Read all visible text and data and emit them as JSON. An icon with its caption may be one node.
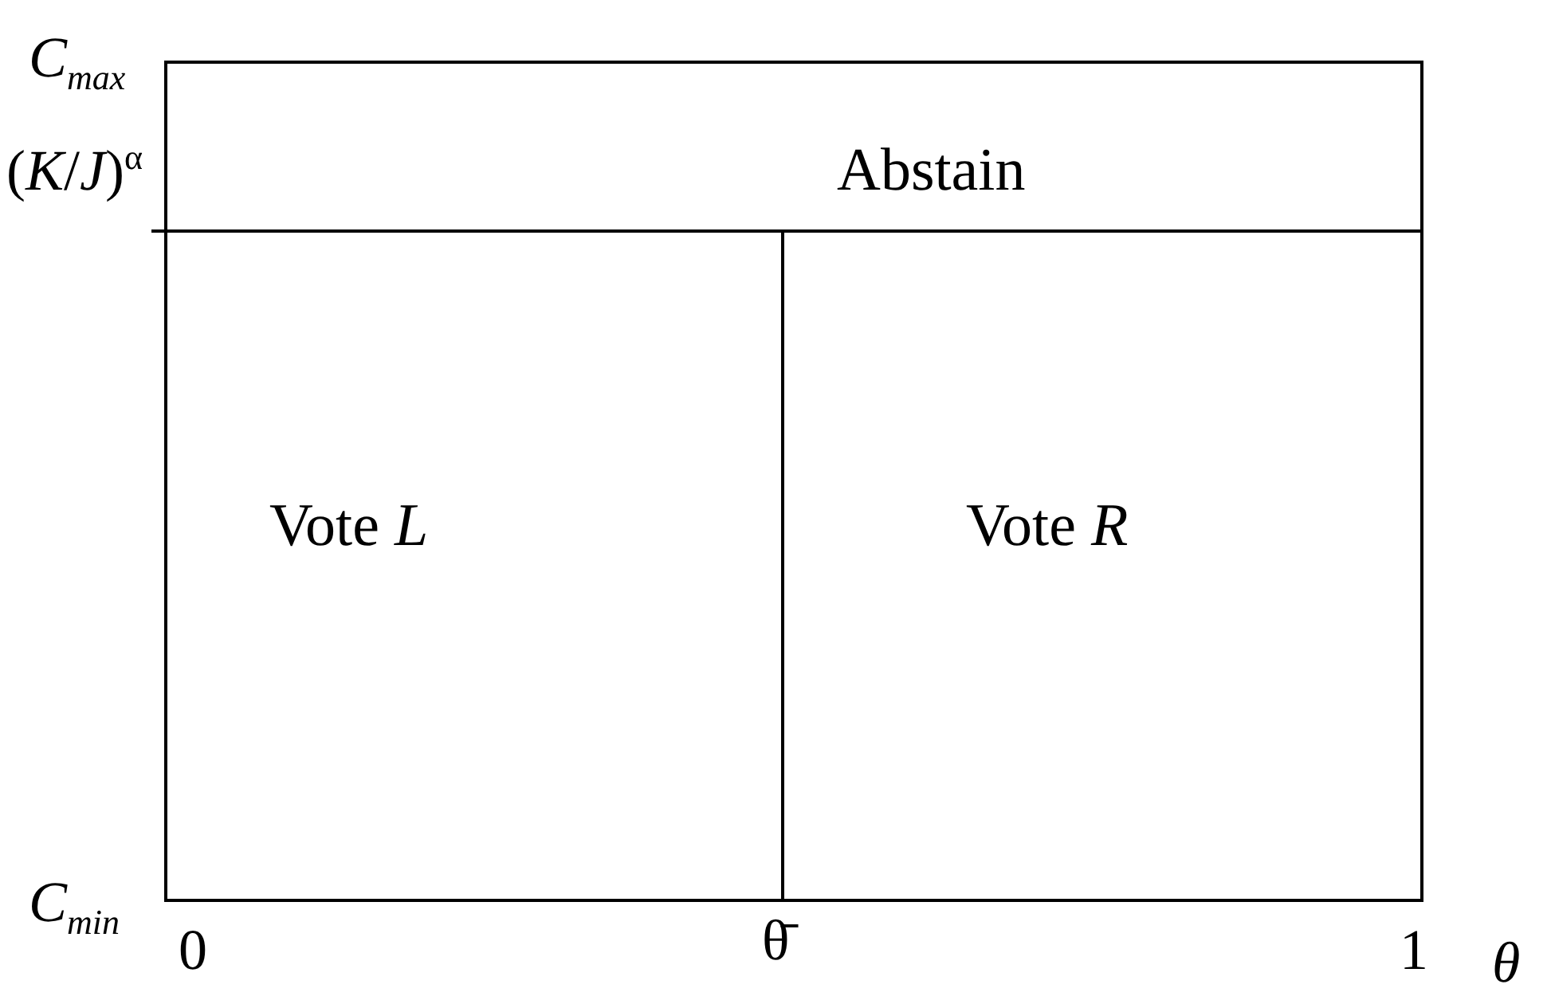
{
  "diagram": {
    "nodes": [
      {
        "text": [
          "Abstain"
        ]
      },
      {
        "text": [
          "Vote *L*"
        ]
      },
      {
        "text": [
          "Vote *R*"
        ]
      }
    ],
    "labels": [
      "*C*$_{max}$",
      "(*K*/*J*)$^{α}$",
      "*C*$_{min}$",
      "0",
      "θ̄",
      "1",
      "θ"
    ]
  }
}
